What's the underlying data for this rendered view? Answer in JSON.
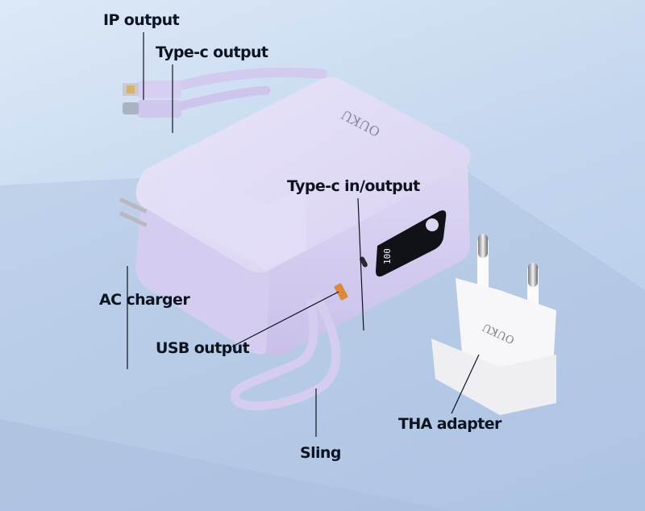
{
  "image": {
    "subject": "Purple power bank with built-in cables, AC plug and EU adapter",
    "background_colors": [
      "#dce9f7",
      "#c4d6ee",
      "#b4c9e6"
    ],
    "device_color": "#dcd6f2",
    "adapter_color": "#f7f7fa"
  },
  "brand": {
    "device_logo": "OUKU",
    "adapter_logo": "OUKU"
  },
  "display": {
    "value": "100"
  },
  "annotations": [
    {
      "id": "ip-output",
      "label": "IP output"
    },
    {
      "id": "type-c-output",
      "label": "Type-c output"
    },
    {
      "id": "type-c-inout",
      "label": "Type-c in/output"
    },
    {
      "id": "ac-charger",
      "label": "AC charger"
    },
    {
      "id": "usb-output",
      "label": "USB output"
    },
    {
      "id": "sling",
      "label": "Sling"
    },
    {
      "id": "tha-adapter",
      "label": "THA adapter"
    }
  ]
}
